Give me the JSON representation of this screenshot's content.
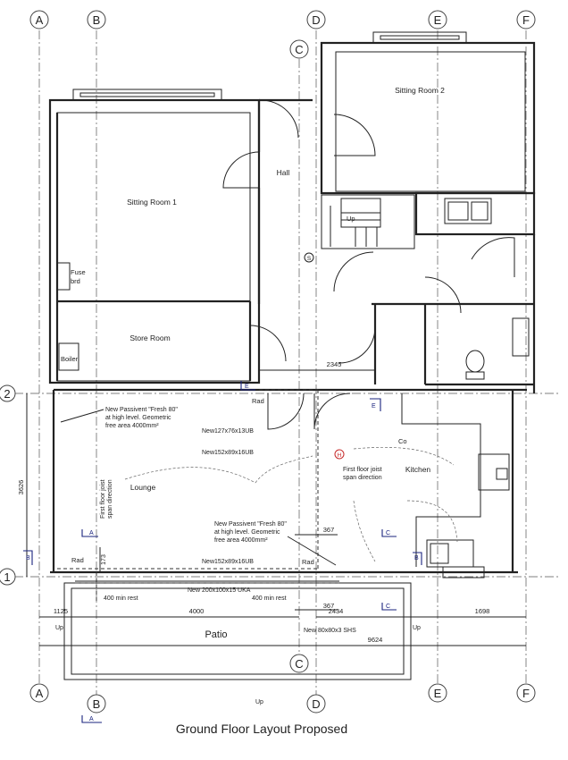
{
  "title": "Ground Floor Layout Proposed",
  "grid_labels": {
    "A": "A",
    "B": "B",
    "C": "C",
    "D": "D",
    "E": "E",
    "F": "F",
    "one": "1",
    "two": "2"
  },
  "rooms": {
    "sitting_room_1": "Sitting Room 1",
    "sitting_room_2": "Sitting Room 2",
    "hall": "Hall",
    "store_room": "Store Room",
    "lounge": "Lounge",
    "kitchen": "Kitchen",
    "patio": "Patio"
  },
  "labels": {
    "fuse": "Fuse",
    "brd": "brd",
    "boiler": "Boiler",
    "up_stairs": "Up",
    "s": "S",
    "rad": "Rad",
    "co": "Co",
    "h": "H",
    "up": "Up",
    "first_floor_joist_kitchen_1": "First floor joist",
    "first_floor_joist_kitchen_2": "span direction",
    "first_floor_joist_lounge_1": "First floor joist",
    "first_floor_joist_lounge_2": "span direction",
    "passivent_1_1": "New Passivent \"Fresh 80\"",
    "passivent_1_2": "at high level. Geometric",
    "passivent_1_3": "free area 4000mm²",
    "passivent_2_1": "New Passivent \"Fresh 80\"",
    "passivent_2_2": "at high level. Geometric",
    "passivent_2_3": "free area 4000mm²",
    "beam_127": "New127x76x13UB",
    "beam_152_a": "New152x89x16UB",
    "beam_152_b": "New152x89x16UB",
    "beam_200": "New 200x100x15 UKA",
    "shs": "New 80x80x3 SHS",
    "min_rest_1": "400 min rest",
    "min_rest_2": "400 min rest"
  },
  "section_marks": {
    "A": "A",
    "B": "B",
    "C": "C",
    "E": "E"
  },
  "dimensions": {
    "d2345": "2345",
    "d3626": "3626",
    "d173": "173",
    "d367a": "367",
    "d367b": "367",
    "d1125": "1125",
    "d4000": "4000",
    "d2434": "2434",
    "d1698": "1698",
    "d9624": "9624"
  }
}
